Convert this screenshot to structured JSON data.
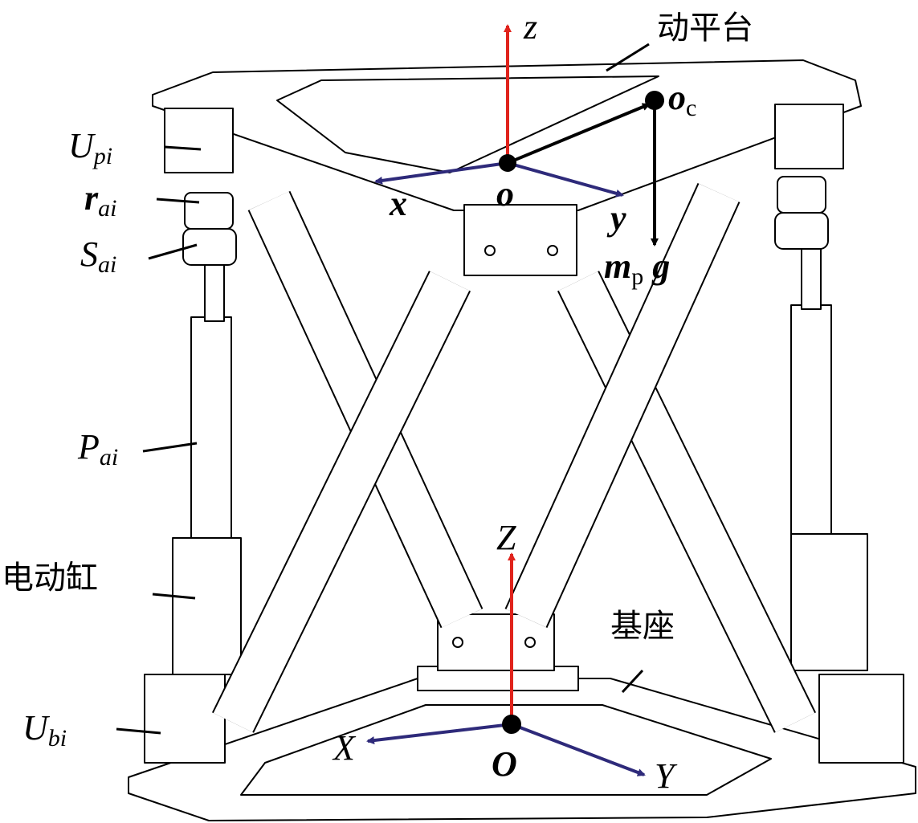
{
  "labels": {
    "moving_platform": "动平台",
    "base": "基座",
    "actuator": "电动缸",
    "z_upper": "z",
    "x_upper": "x",
    "y_upper": "y",
    "o_upper": "o",
    "oc_main": "o",
    "oc_sub": "c",
    "mpg_m": "m",
    "mpg_sub": "p",
    "mpg_g": "g",
    "Upi_main": "U",
    "Upi_sub": "pi",
    "rai_main": "r",
    "rai_sub": "ai",
    "Sai_main": "S",
    "Sai_sub": "ai",
    "Pai_main": "P",
    "Pai_sub": "ai",
    "Ubi_main": "U",
    "Ubi_sub": "bi",
    "Z_lower": "Z",
    "X_lower": "X",
    "Y_lower": "Y",
    "O_lower": "O"
  },
  "colors": {
    "z_axis": "#e0231c",
    "xy_axis": "#2e2a7a",
    "force": "#000000"
  }
}
